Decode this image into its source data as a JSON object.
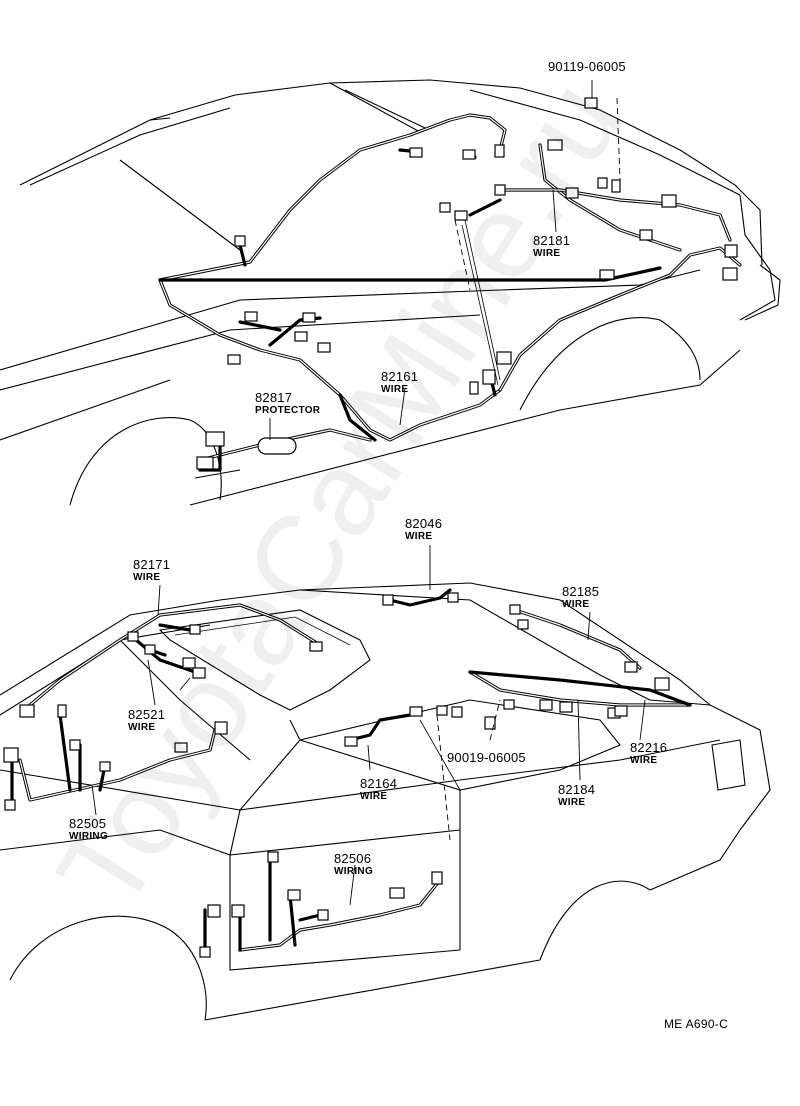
{
  "callouts": [
    {
      "id": "c1",
      "part": "90119-06005",
      "desc": ""
    },
    {
      "id": "c2",
      "part": "82181",
      "desc": "WIRE"
    },
    {
      "id": "c3",
      "part": "82161",
      "desc": "WIRE"
    },
    {
      "id": "c4",
      "part": "82817",
      "desc": "PROTECTOR"
    },
    {
      "id": "c5",
      "part": "82046",
      "desc": "WIRE"
    },
    {
      "id": "c6",
      "part": "82171",
      "desc": "WIRE"
    },
    {
      "id": "c7",
      "part": "82185",
      "desc": "WIRE"
    },
    {
      "id": "c8",
      "part": "82521",
      "desc": "WIRE"
    },
    {
      "id": "c9",
      "part": "90019-06005",
      "desc": ""
    },
    {
      "id": "c10",
      "part": "82216",
      "desc": "WIRE"
    },
    {
      "id": "c11",
      "part": "82164",
      "desc": "WIRE"
    },
    {
      "id": "c12",
      "part": "82184",
      "desc": "WIRE"
    },
    {
      "id": "c13",
      "part": "82505",
      "desc": "WIRING"
    },
    {
      "id": "c14",
      "part": "82506",
      "desc": "WIRING"
    }
  ],
  "figure_code": "ME  A690-C",
  "watermark": "ToyotaCarMine.ru"
}
